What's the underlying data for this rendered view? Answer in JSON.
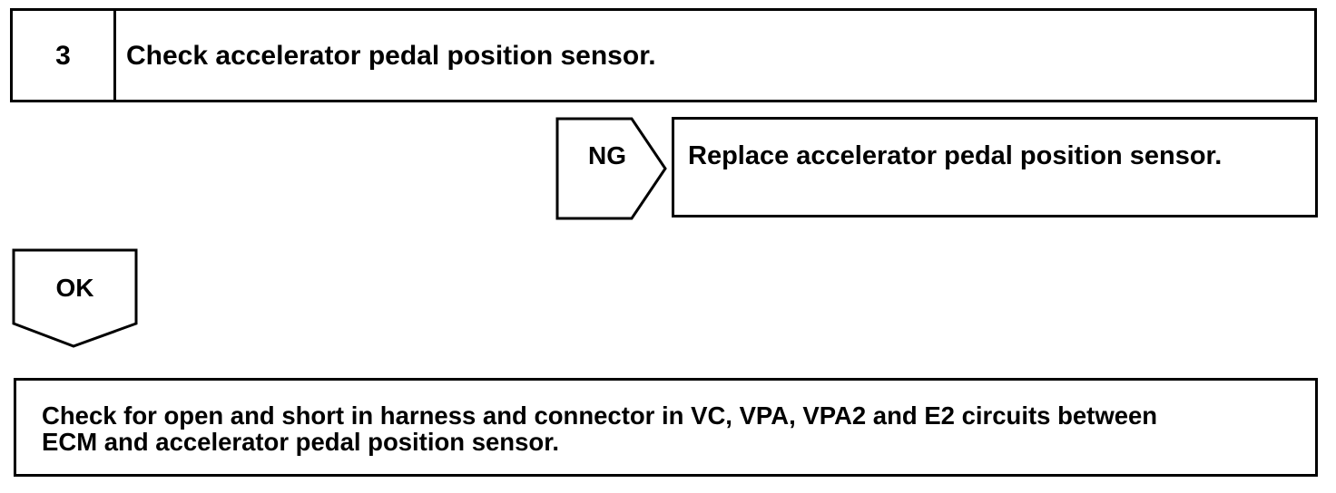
{
  "step": {
    "number": "3",
    "title": "Check accelerator pedal position sensor."
  },
  "ng_branch": {
    "label": "NG",
    "action": "Replace accelerator pedal position sensor."
  },
  "ok_branch": {
    "label": "OK"
  },
  "next_step": {
    "text_line1": "Check for open and short in harness and connector in VC, VPA, VPA2 and E2 circuits between",
    "text_line2": "ECM and accelerator pedal position sensor."
  }
}
